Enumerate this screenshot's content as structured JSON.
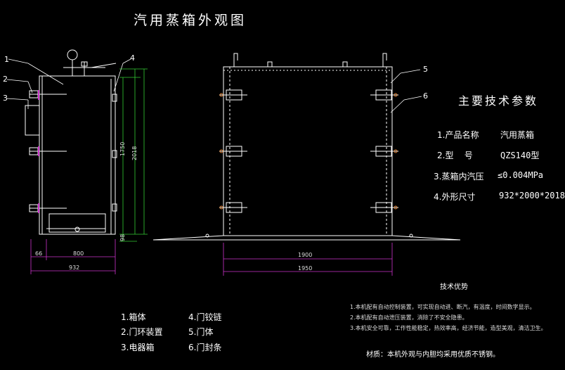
{
  "title": "汽用蒸箱外观图",
  "params_heading": "主要技术参数",
  "params": [
    {
      "k": "1.产品名称",
      "v": "汽用蒸箱"
    },
    {
      "k": "2.型    号",
      "v": "QZS140型"
    },
    {
      "k": "3.蒸箱内汽压",
      "v": "≤0.004MPa"
    },
    {
      "k": "4.外形尺寸",
      "v": "932*2000*2018"
    }
  ],
  "callouts_left": [
    "1",
    "2",
    "3",
    "4"
  ],
  "callouts_right": [
    "5",
    "6"
  ],
  "dims_left": {
    "a": "66",
    "b": "800",
    "c": "932",
    "h1": "1750",
    "h2": "2018",
    "h3": "98"
  },
  "dims_right": {
    "a": "1900",
    "b": "1950"
  },
  "parts": [
    "1.箱体",
    "4.门铰链",
    "2.门环装置",
    "5.门体",
    "3.电器箱",
    "6.门封条"
  ],
  "advantages_heading": "技术优势",
  "advantages": [
    "1.本机配有自动控制装置，可实现自动进、断汽，有温度，时间数字显示。",
    "2.本机配有自动泄压装置，消除了不安全隐患。",
    "3.本机安全可靠，工作性能稳定，热效率高，经济节能，造型美观，清洁卫生。"
  ],
  "material": "材质：本机外观与内胆均采用优质不锈钢。",
  "colors": {
    "line": "#ffffff",
    "dim": "#cc33cc",
    "green": "#33cc33",
    "orange": "#e08030"
  }
}
